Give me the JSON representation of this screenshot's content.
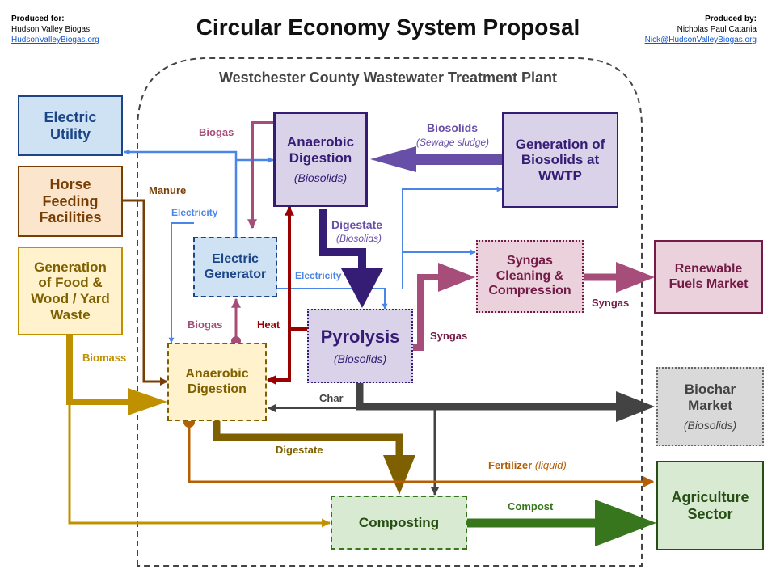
{
  "title": "Circular Economy System Proposal",
  "produced_for": {
    "heading": "Produced for:",
    "name": "Hudson Valley Biogas",
    "link": "HudsonValleyBiogas.org"
  },
  "produced_by": {
    "heading": "Produced by:",
    "name": "Nicholas Paul Catania",
    "link": "Nick@HudsonValleyBiogas.org"
  },
  "plant_label": "Westchester County Wastewater Treatment Plant",
  "nodes": {
    "electric_utility": "Electric Utility",
    "horse_feeding": "Horse Feeding Facilities",
    "food_wood": "Generation of Food & Wood / Yard Waste",
    "anaerobic_digestion_top": {
      "title": "Anaerobic Digestion",
      "sub": "(Biosolids)"
    },
    "generation_biosolids": "Generation of Biosolids at WWTP",
    "electric_generator": "Electric Generator",
    "pyrolysis": {
      "title": "Pyrolysis",
      "sub": "(Biosolids)"
    },
    "syngas_cleaning": "Syngas Cleaning & Compression",
    "renewable_fuels": "Renewable Fuels Market",
    "anaerobic_digestion_bottom": "Anaerobic Digestion",
    "biochar_market": {
      "title": "Biochar Market",
      "sub": "(Biosolids)"
    },
    "composting": "Composting",
    "agriculture": "Agriculture Sector"
  },
  "edges": {
    "biogas_top": "Biogas",
    "biosolids": "Biosolids",
    "sewage_sludge": "(Sewage sludge)",
    "manure": "Manure",
    "electricity_left": "Electricity",
    "digestate_top": "Digestate",
    "digestate_top_sub": "(Biosolids)",
    "electricity_mid": "Electricity",
    "syngas_right": "Syngas",
    "biogas_mid": "Biogas",
    "heat": "Heat",
    "syngas_mid": "Syngas",
    "biomass": "Biomass",
    "char": "Char",
    "digestate_bottom": "Digestate",
    "fertilizer": "Fertilizer",
    "fertilizer_sub": "(liquid)",
    "compost": "Compost"
  },
  "colors": {
    "purple_dark": "#351c75",
    "purple_fill": "#d9d2e9",
    "purple_arrow": "#674ea7",
    "blue": "#4a86e8",
    "blue_dark": "#1c4587",
    "blue_fill": "#cfe2f3",
    "magenta": "#a64d79",
    "magenta_fill": "#ead1dc",
    "maroon": "#990000",
    "gold": "#bf9000",
    "gold_fill": "#fff2cc",
    "brown": "#783f04",
    "orange_brown": "#b45f06",
    "orange_fill": "#fce5cd",
    "olive": "#7f6000",
    "green": "#38761d",
    "green_fill": "#d9ead3",
    "gray_dark": "#434343",
    "gray_fill": "#d9d9d9"
  }
}
